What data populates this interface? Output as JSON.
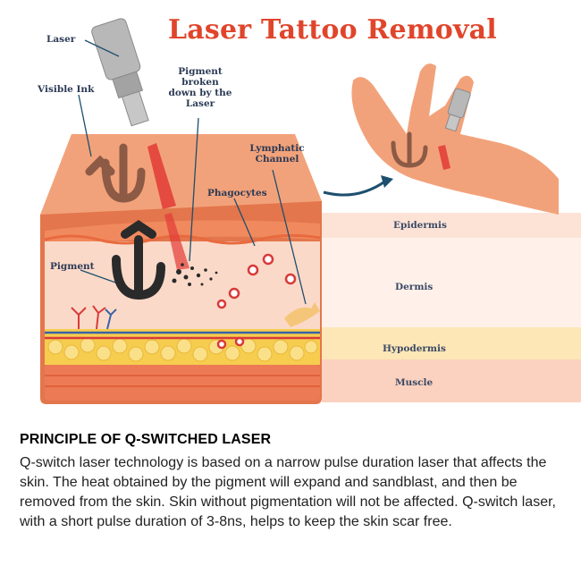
{
  "diagram": {
    "title": "Laser Tattoo Removal",
    "labels": {
      "laser": "Laser",
      "visible_ink": "Visible Ink",
      "pigment_broken": [
        "Pigment",
        "broken",
        "down by the",
        "Laser"
      ],
      "lymphatic_channel": [
        "Lymphatic",
        "Channel"
      ],
      "phagocytes": "Phagocytes",
      "pigment": "Pigment"
    },
    "layers": [
      "Epidermis",
      "Dermis",
      "Hypodermis",
      "Muscle"
    ]
  },
  "text": {
    "heading": "PRINCIPLE OF Q-SWITCHED LASER",
    "body": "Q-switch laser technology is based on a narrow pulse duration laser that affects the skin. The heat obtained by the pigment will expand and sandblast, and then be removed from the skin. Skin without pigmentation will not be affected. Q-switch laser, with a short pulse duration of 3-8ns, helps to keep the skin scar free."
  },
  "colors": {
    "title": "#e0452b",
    "skin_top": "#f2a27a",
    "skin_dark": "#e3764c",
    "dermis": "#fbd9c8",
    "fat": "#f6cd4e",
    "muscle": "#ec7a55",
    "laser_body": "#b8b8b8",
    "beam": "#e23b36",
    "ink": "#2a2a2a",
    "arrow": "#1d4f6e"
  }
}
